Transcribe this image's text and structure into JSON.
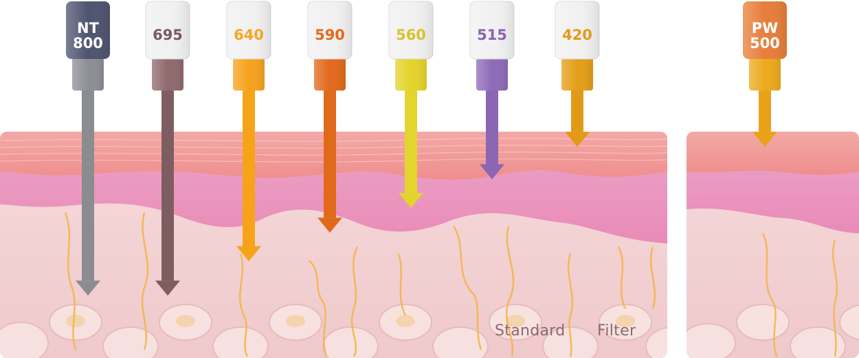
{
  "captions": {
    "standard": "Standard",
    "filter": "Filter"
  },
  "filters": [
    {
      "id": "nt800",
      "label_lines": [
        "NT",
        "800"
      ],
      "cap_color": "#4f5470",
      "text_color": "#ffffff",
      "body_color": "#8d8f95",
      "arrow_color": "#8a8c90",
      "depth": 0.86,
      "group": "standard"
    },
    {
      "id": "f695",
      "label_lines": [
        "695"
      ],
      "cap_color": "#f1f1f1",
      "text_color": "#7a5a5f",
      "body_color": "#8f6a6d",
      "arrow_color": "#7e5d60",
      "depth": 0.86,
      "group": "standard"
    },
    {
      "id": "f640",
      "label_lines": [
        "640"
      ],
      "cap_color": "#f1f1f1",
      "text_color": "#f5a623",
      "body_color": "#f6a21d",
      "arrow_color": "#f7a31a",
      "depth": 0.68,
      "group": "standard"
    },
    {
      "id": "f590",
      "label_lines": [
        "590"
      ],
      "cap_color": "#f1f1f1",
      "text_color": "#e56a1f",
      "body_color": "#e2691c",
      "arrow_color": "#e06a1a",
      "depth": 0.53,
      "group": "standard"
    },
    {
      "id": "f560",
      "label_lines": [
        "560"
      ],
      "cap_color": "#f1f1f1",
      "text_color": "#d6c42a",
      "body_color": "#e3d32a",
      "arrow_color": "#e4d42e",
      "depth": 0.4,
      "group": "standard"
    },
    {
      "id": "f515",
      "label_lines": [
        "515"
      ],
      "cap_color": "#f1f1f1",
      "text_color": "#8b62b3",
      "body_color": "#8e6bb8",
      "arrow_color": "#8a66b3",
      "depth": 0.25,
      "group": "standard"
    },
    {
      "id": "f420",
      "label_lines": [
        "420"
      ],
      "cap_color": "#f1f1f1",
      "text_color": "#e49a16",
      "body_color": "#e49e19",
      "arrow_color": "#e19a17",
      "depth": 0.08,
      "group": "standard"
    },
    {
      "id": "pw500",
      "label_lines": [
        "PW",
        "500"
      ],
      "cap_color": "#e67e3a",
      "text_color": "#ffffff",
      "body_color": "#ecaa1d",
      "arrow_color": "#e8a21a",
      "depth": 0.08,
      "group": "extra"
    }
  ]
}
